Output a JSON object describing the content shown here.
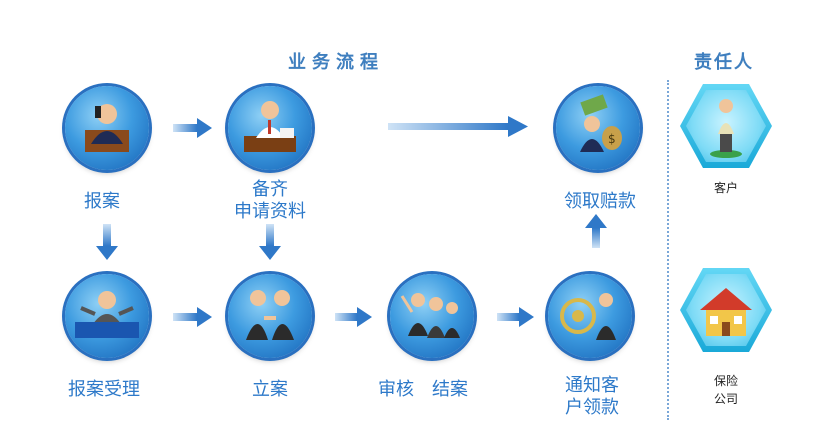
{
  "header": {
    "process_title": "业务流程",
    "responsible_title": "责任人"
  },
  "steps": [
    {
      "label": "报案"
    },
    {
      "label_line1": "备齐",
      "label_line2": "申请资料"
    },
    {
      "label": "领取赔款"
    },
    {
      "label": "报案受理"
    },
    {
      "label": "立案"
    },
    {
      "label": "审核　结案"
    },
    {
      "label_line1": "通知客",
      "label_line2": "户领款"
    }
  ],
  "roles": [
    {
      "label": "客户"
    },
    {
      "label_line1": "保险",
      "label_line2": "公司"
    }
  ],
  "colors": {
    "label": "#2d79c9",
    "arrow": "#2f78c8",
    "node": "#1460b4",
    "hex": "#1aa9d8"
  },
  "icons": [
    "caller-icon",
    "clerk-icon",
    "money-bag-icon",
    "receptionist-icon",
    "handshake-icon",
    "review-icon",
    "notify-icon",
    "customer-person-icon",
    "house-icon"
  ]
}
